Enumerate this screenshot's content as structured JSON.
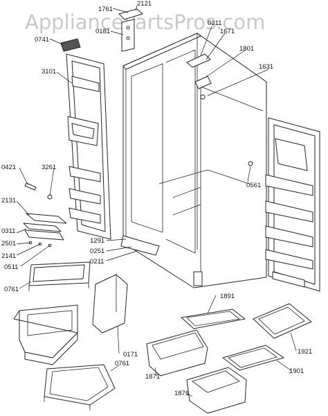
{
  "watermark": "AppliancePartsPros.com",
  "labels": {
    "l1761": "1761",
    "l2121": "2121",
    "l0181": "0181",
    "l0741": "0741",
    "l0311top": "0311",
    "l1671": "1671",
    "l1801": "1801",
    "l3101": "3101",
    "l1631": "1631",
    "l0421": "0421",
    "l3261": "3261",
    "l0561": "0561",
    "l2131": "2131",
    "l0311": "0311",
    "l2501": "2501",
    "l2141": "2141",
    "l0511": "0511",
    "l1291": "1291",
    "l0251": "0251",
    "l0211": "0211",
    "l0761a": "0761",
    "l1891": "1891",
    "l0171": "0171",
    "l1921": "1921",
    "l1871a": "1871",
    "l1901": "1901",
    "l0761b": "0761",
    "l1871b": "1871"
  }
}
